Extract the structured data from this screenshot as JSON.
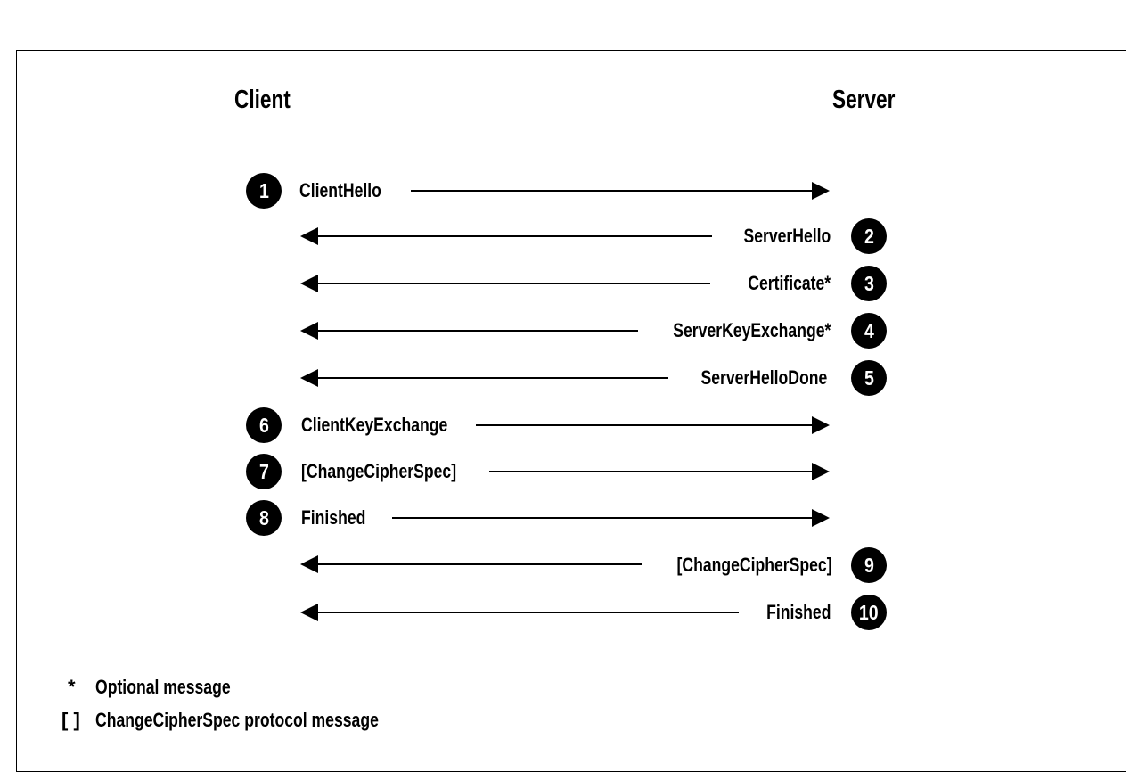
{
  "headers": {
    "client": "Client",
    "server": "Server"
  },
  "steps": [
    {
      "number": "1",
      "label": "ClientHello",
      "direction": "client-to-server"
    },
    {
      "number": "2",
      "label": "ServerHello",
      "direction": "server-to-client"
    },
    {
      "number": "3",
      "label": "Certificate*",
      "direction": "server-to-client"
    },
    {
      "number": "4",
      "label": "ServerKeyExchange*",
      "direction": "server-to-client"
    },
    {
      "number": "5",
      "label": "ServerHelloDone",
      "direction": "server-to-client"
    },
    {
      "number": "6",
      "label": "ClientKeyExchange",
      "direction": "client-to-server"
    },
    {
      "number": "7",
      "label": "[ChangeCipherSpec]",
      "direction": "client-to-server"
    },
    {
      "number": "8",
      "label": "Finished",
      "direction": "client-to-server"
    },
    {
      "number": "9",
      "label": "[ChangeCipherSpec]",
      "direction": "server-to-client"
    },
    {
      "number": "10",
      "label": "Finished",
      "direction": "server-to-client"
    }
  ],
  "legend": [
    {
      "symbol": "*",
      "text": "Optional message"
    },
    {
      "symbol": "[ ]",
      "text": "ChangeCipherSpec protocol message"
    }
  ]
}
